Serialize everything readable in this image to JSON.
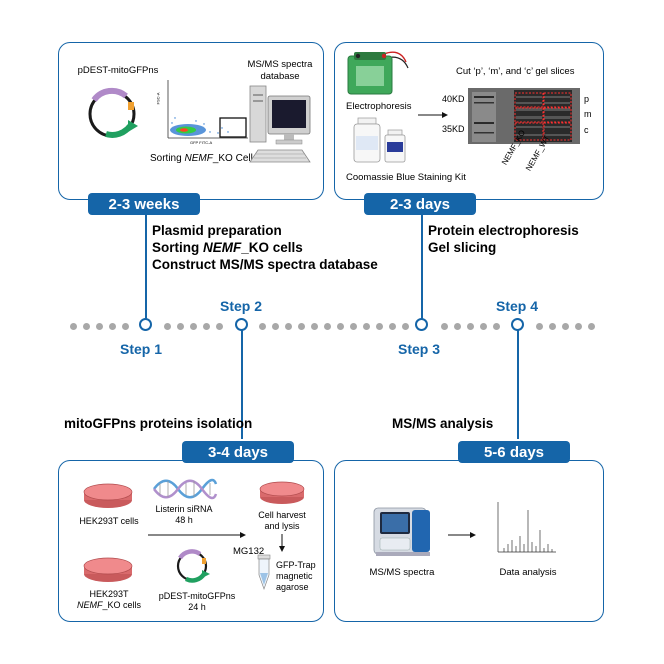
{
  "panel1": {
    "plasmid_label": "pDEST-mitoGFPns",
    "ms_db_label_1": "MS/MS spectra",
    "ms_db_label_2": "database",
    "sort_label_pre": "Sorting ",
    "sort_label_gene": "NEMF",
    "sort_label_post": "_KO Cells",
    "yaxis": "FSC-A",
    "xaxis": "GFP FITC-A",
    "duration": "2-3 weeks",
    "task1": "Plasmid preparation",
    "task2_pre": "Sorting ",
    "task2_gene": "NEMF",
    "task2_post": "_KO cells",
    "task3": "Construct MS/MS spectra database"
  },
  "panel2": {
    "electro_label": "Electrophoresis",
    "coomassie_label": "Coomassie Blue Staining Kit",
    "cut_label": "Cut ‘p’, ‘m’, and ‘c’ gel slices",
    "kd40": "40KD",
    "kd35": "35KD",
    "slice_p": "p",
    "slice_m": "m",
    "slice_c": "c",
    "lane1": "NEMF_KO",
    "lane2": "NEMF_WT",
    "duration": "2-3 days",
    "task1": "Protein electrophoresis",
    "task2": "Gel slicing"
  },
  "steps": {
    "step1": "Step 1",
    "step2": "Step 2",
    "step3": "Step 3",
    "step4": "Step 4"
  },
  "panel3": {
    "title": "mitoGFPns proteins isolation",
    "duration": "3-4 days",
    "hek_label": "HEK293T cells",
    "hek_ko_label_1": "HEK293T",
    "hek_ko_gene": "NEMF",
    "hek_ko_label_2": "_KO cells",
    "sirna_label": "Listerin siRNA",
    "sirna_time": "48 h",
    "plasmid_label": "pDEST-mitoGFPns",
    "plasmid_time": "24 h",
    "drug_label": "MG132",
    "harvest_label_1": "Cell harvest",
    "harvest_label_2": "and lysis",
    "trap_label_1": "GFP-Trap",
    "trap_label_2": "magnetic",
    "trap_label_3": "agarose"
  },
  "panel4": {
    "title": "MS/MS analysis",
    "duration": "5-6 days",
    "ms_label": "MS/MS spectra",
    "data_label": "Data analysis"
  },
  "colors": {
    "accent": "#1565a8",
    "dish": "#e8787a",
    "gfp": "#20a060",
    "plasmid": "#b08ac8"
  }
}
